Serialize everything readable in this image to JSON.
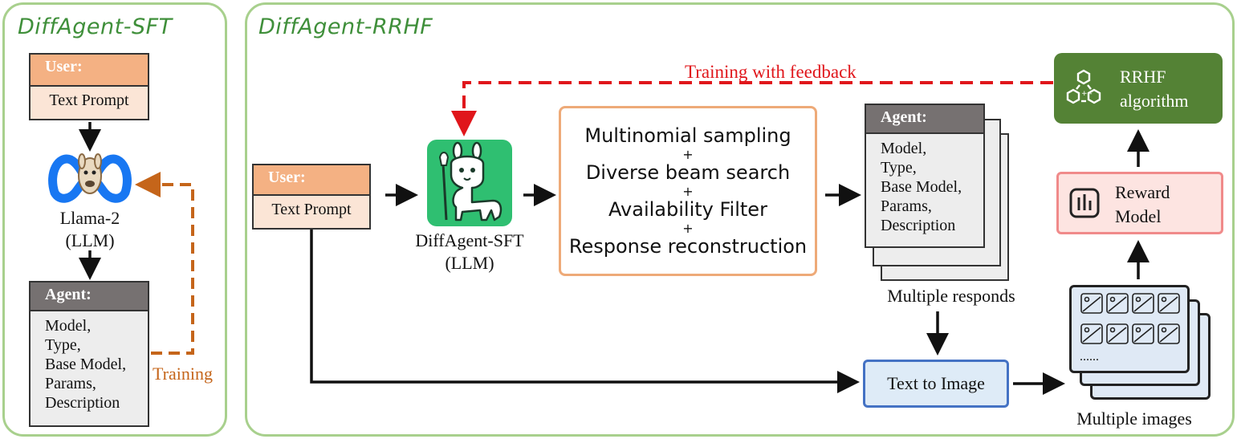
{
  "sft": {
    "title": "DiffAgent-SFT",
    "user_head": "User:",
    "user_body": "Text Prompt",
    "llm_name": "Llama-2",
    "llm_sub": "(LLM)",
    "agent_head": "Agent:",
    "agent_lines": [
      "Model,",
      "Type,",
      "Base Model,",
      "Params,",
      "Description"
    ],
    "training_label": "Training"
  },
  "rrhf": {
    "title": "DiffAgent-RRHF",
    "feedback_label": "Training with feedback",
    "user_head": "User:",
    "user_body": "Text Prompt",
    "sft_model_name": "DiffAgent-SFT",
    "sft_model_sub": "(LLM)",
    "sampling_lines": [
      "Multinomial sampling",
      "+",
      "Diverse beam search",
      "+",
      "Availability Filter",
      "+",
      "Response reconstruction"
    ],
    "agent_head": "Agent:",
    "agent_lines": [
      "Model,",
      "Type,",
      "Base Model,",
      "Params,",
      "Description"
    ],
    "multiple_responds": "Multiple responds",
    "text_to_image": "Text to Image",
    "images_dots": "......",
    "multiple_images": "Multiple images",
    "reward_line1": "Reward",
    "reward_line2": "Model",
    "rrhf_line1": "RRHF",
    "rrhf_line2": "algorithm"
  },
  "colors": {
    "panel_border": "#a8d08d",
    "title_green": "#3f8f3a",
    "user_head": "#f4b183",
    "user_body": "#fbe5d6",
    "agent_head": "#767171",
    "agent_body": "#ededed",
    "feedback_red": "#e0161b",
    "training_orange": "#c5651a",
    "rrhf_green": "#548235",
    "reward_bg": "#fde4e1",
    "reward_border": "#f08a8a",
    "t2i_border": "#4472c4",
    "t2i_bg": "#deebf7",
    "image_stack_bg": "#dfe9f5",
    "sampling_border": "#eeaa78"
  }
}
